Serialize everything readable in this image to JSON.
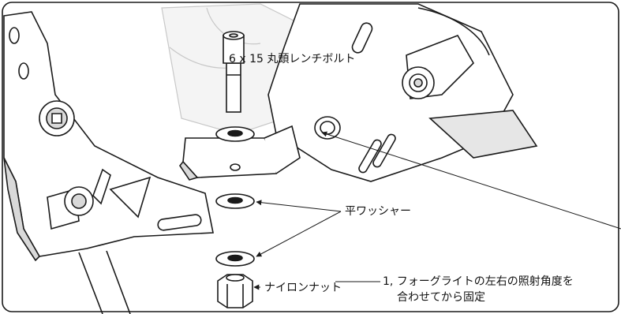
{
  "labels": {
    "bolt": "6 x 15 丸頭レンチボルト",
    "washer": "平ワッシャー",
    "nut": "ナイロンナット",
    "note_line1": "1, フォーグライトの左右の照射角度を",
    "note_line2": "合わせてから固定"
  },
  "colors": {
    "line": "#1a1a1a",
    "fill": "#ffffff",
    "shade": "#d9d9d9",
    "ghost": "#c8c8c8"
  }
}
